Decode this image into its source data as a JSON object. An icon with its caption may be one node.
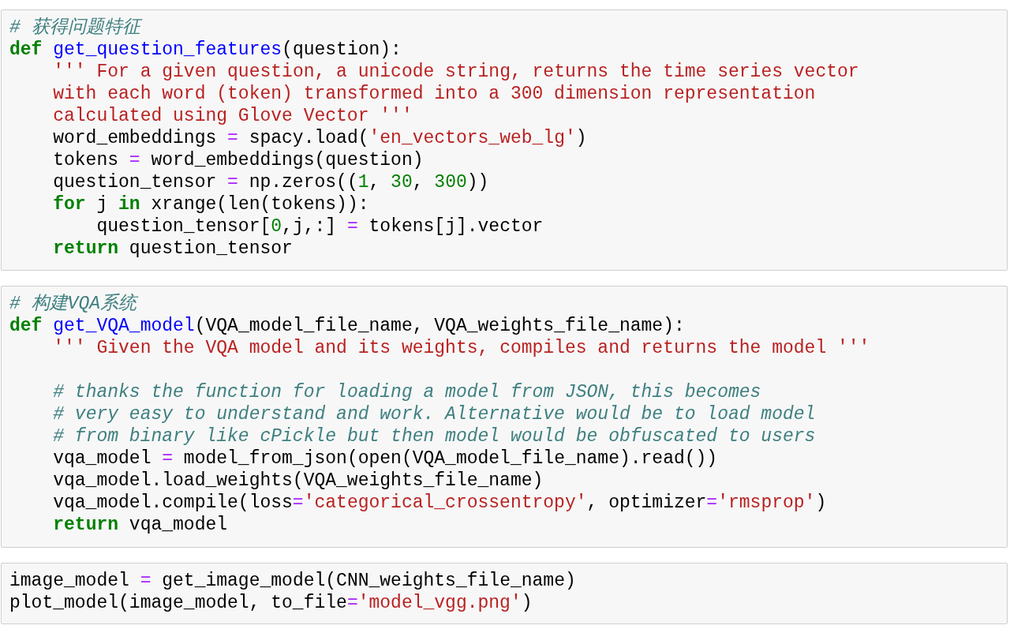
{
  "diagram": {
    "nodes": [
      {
        "text": [
          "# 获得问题特征",
          "**def** get_question_features(question):",
          "    ''' For a given question, a unicode string, returns the time series vector",
          "    with each word (token) transformed into a 300 dimension representation",
          "    calculated using Glove Vector '''",
          "    word_embeddings = spacy.load('en_vectors_web_lg')",
          "    tokens = word_embeddings(question)",
          "    question_tensor = np.zeros((1, 30, 300))",
          "    **for** j **in** xrange(len(tokens)):",
          "        question_tensor[0,j,:] = tokens[j].vector",
          "    **return** question_tensor"
        ]
      },
      {
        "text": [
          "# 构建VQA系统",
          "**def** get_VQA_model(VQA_model_file_name, VQA_weights_file_name):",
          "    ''' Given the VQA model and its weights, compiles and returns the model '''",
          "    # thanks the function for loading a model from JSON, this becomes",
          "    # very easy to understand and work. Alternative would be to load model",
          "    # from binary like cPickle but then model would be obfuscated to users",
          "    vqa_model = model_from_json(open(VQA_model_file_name).read())",
          "    vqa_model.load_weights(VQA_weights_file_name)",
          "    vqa_model.compile(loss='categorical_crossentropy', optimizer='rmsprop')",
          "    **return** vqa_model"
        ]
      },
      {
        "text": [
          "image_model = get_image_model(CNN_weights_file_name)",
          "plot_model(image_model, to_file='model_vgg.png')"
        ]
      }
    ]
  }
}
